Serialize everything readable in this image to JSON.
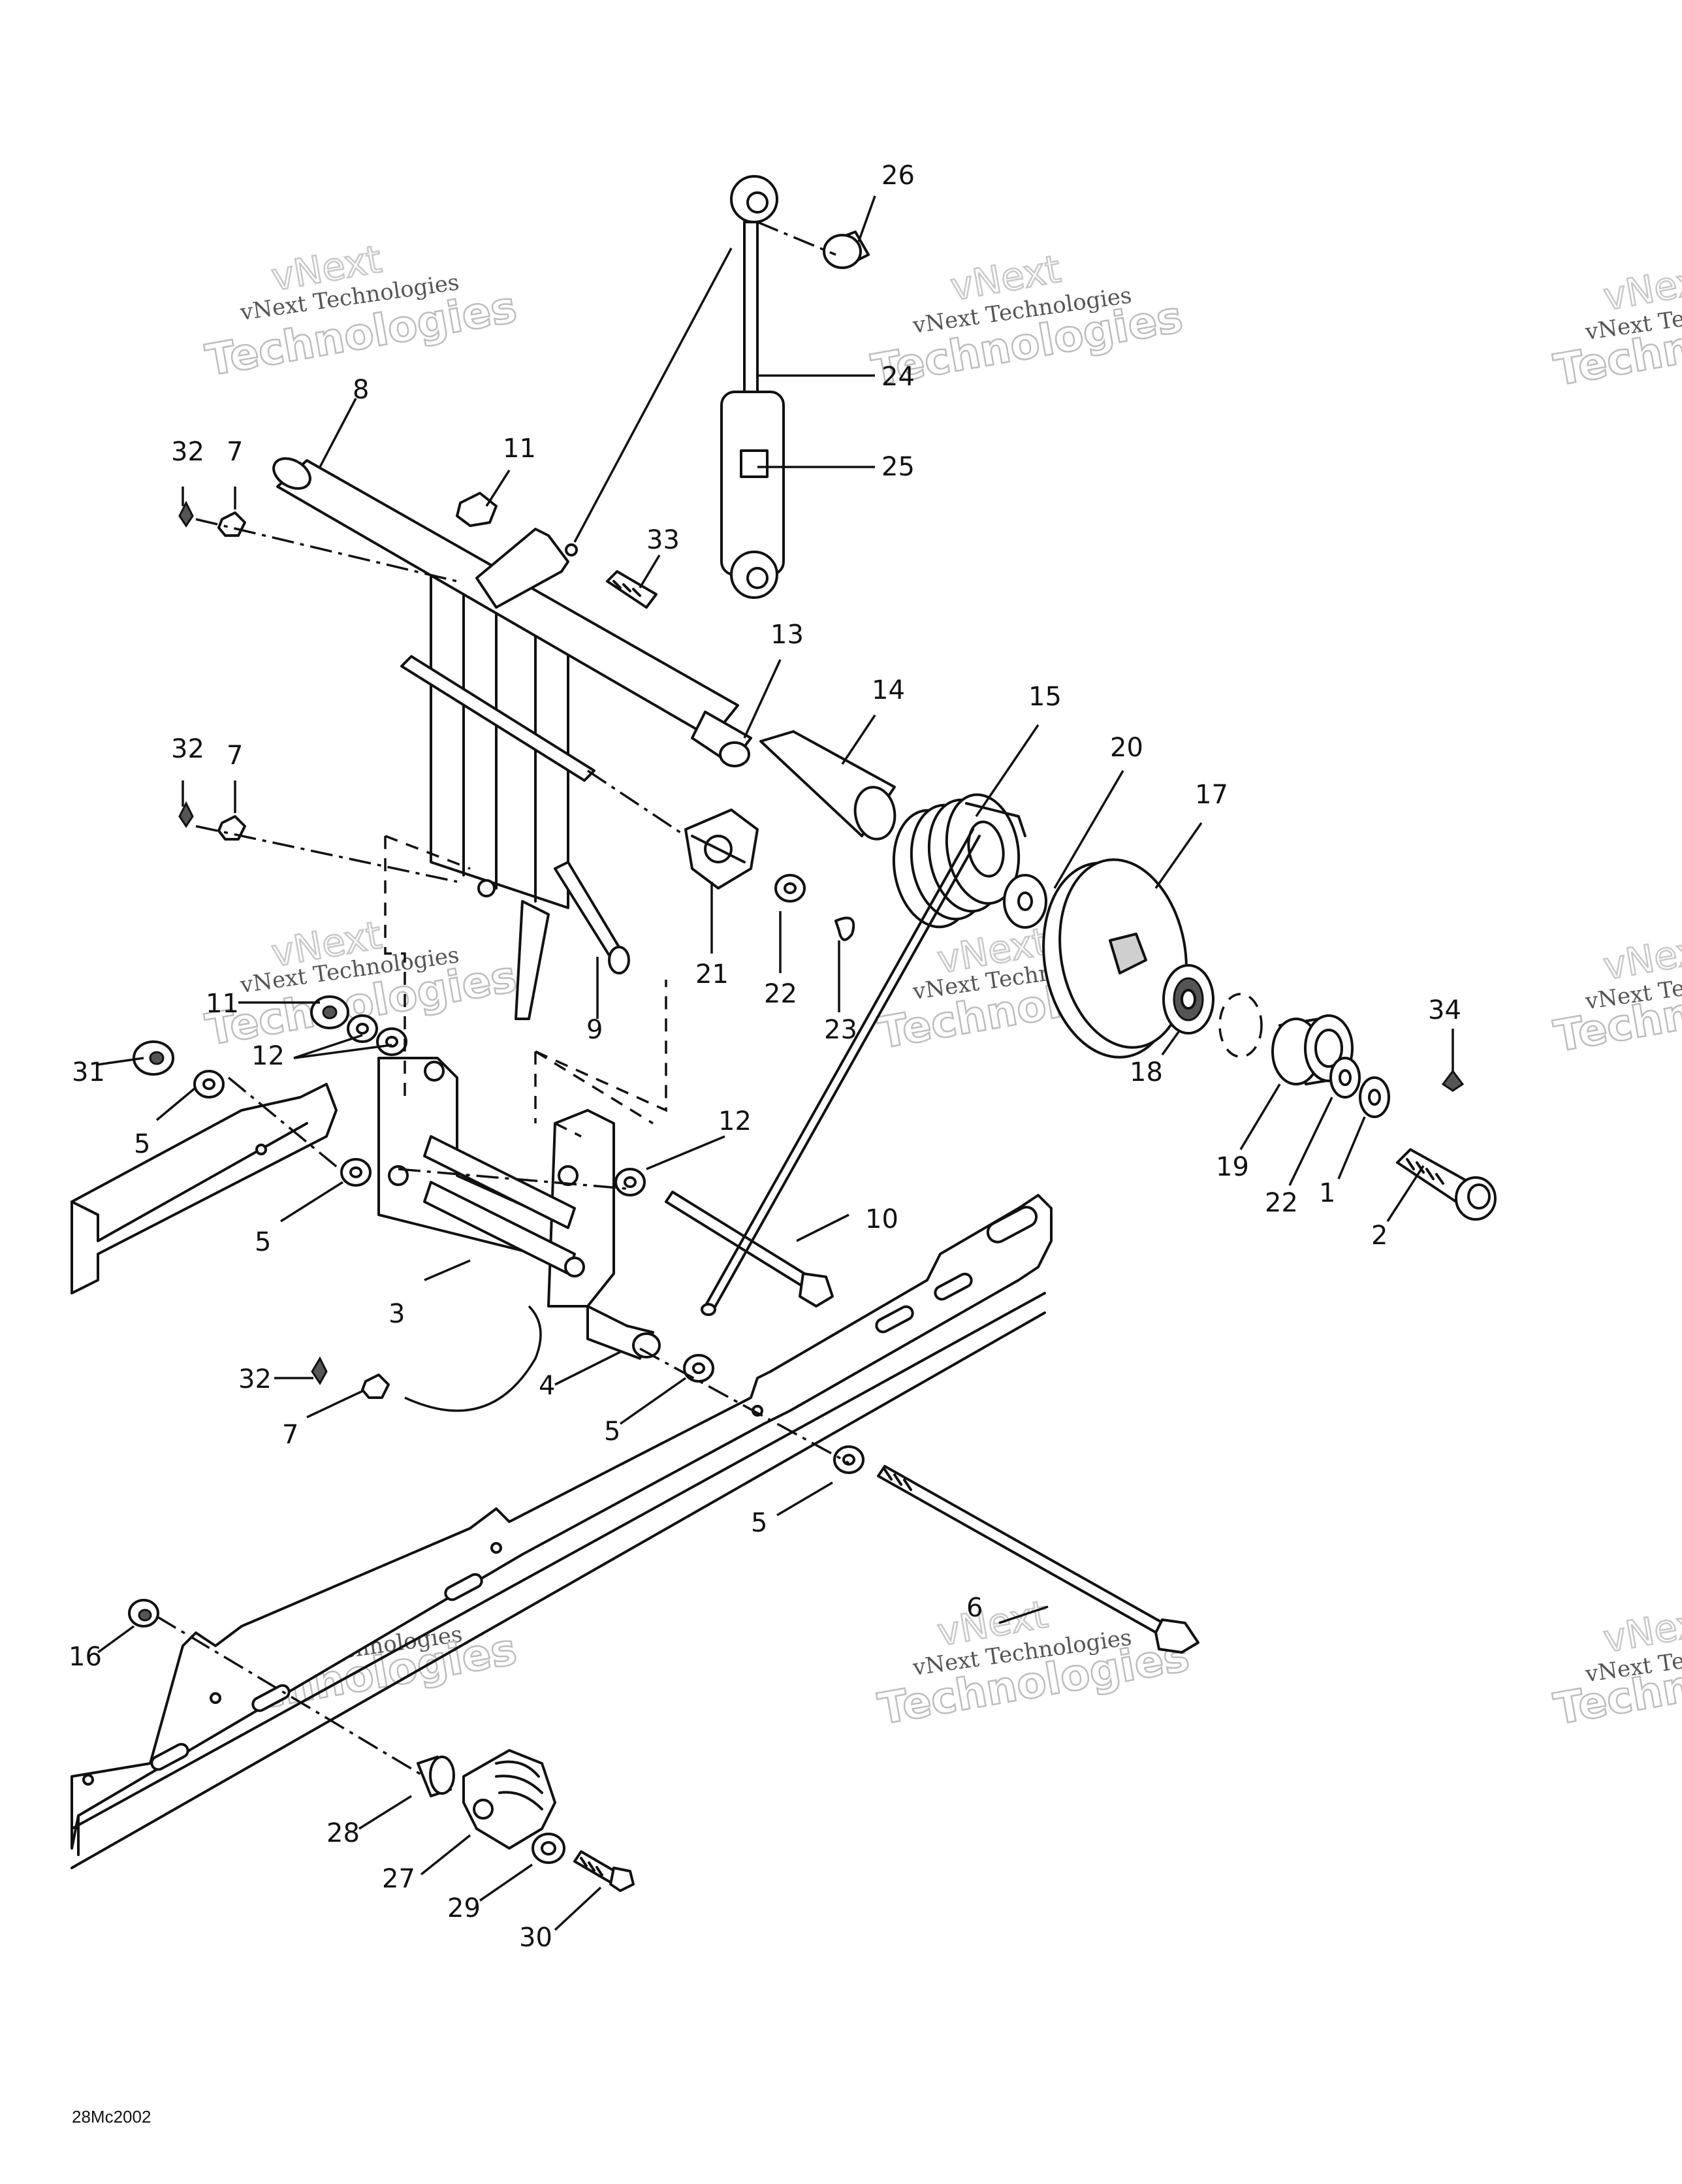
{
  "diagram": {
    "drawing_code": "28Mc2002",
    "watermark": {
      "brand": "vNext",
      "name": "vNext Technologies",
      "large": "Technologies"
    },
    "callouts": {
      "c26": "26",
      "c24": "24",
      "c25": "25",
      "c8": "8",
      "c32a": "32",
      "c7a": "7",
      "c11a": "11",
      "c33": "33",
      "c13": "13",
      "c14": "14",
      "c15": "15",
      "c20": "20",
      "c17": "17",
      "c32b": "32",
      "c7b": "7",
      "c21": "21",
      "c22a": "22",
      "c23": "23",
      "c9": "9",
      "c11b": "11",
      "c12a": "12",
      "c31": "31",
      "c5a": "5",
      "c5b": "5",
      "c12b": "12",
      "c10": "10",
      "c3": "3",
      "c4": "4",
      "c32c": "32",
      "c7c": "7",
      "c5c": "5",
      "c5d": "5",
      "c34": "34",
      "c18": "18",
      "c19": "19",
      "c22b": "22",
      "c1": "1",
      "c2": "2",
      "c16": "16",
      "c6": "6",
      "c28": "28",
      "c27": "27",
      "c29": "29",
      "c30": "30"
    }
  }
}
